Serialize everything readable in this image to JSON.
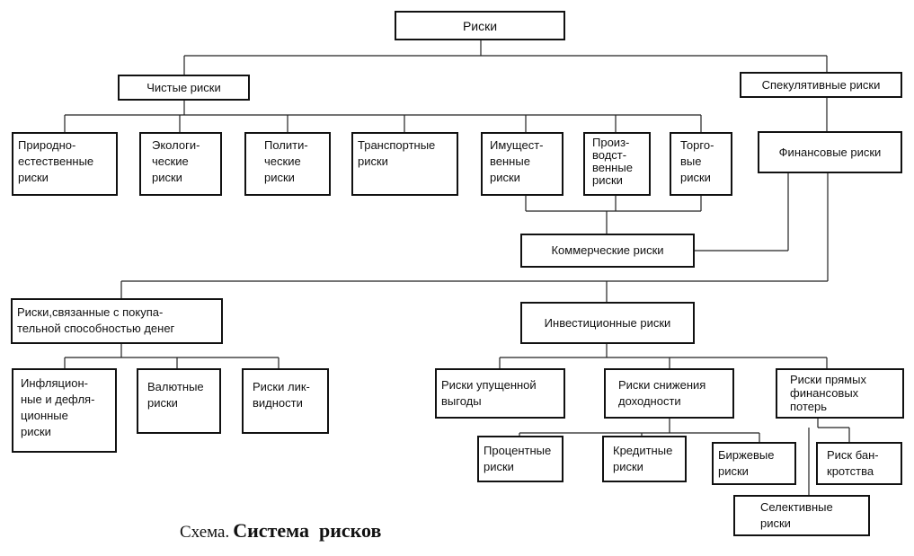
{
  "nodes": {
    "root": "Риски",
    "pure": "Чистые риски",
    "speculative": "Спекулятивные риски",
    "natural": "Природно-\nестественные\nриски",
    "ecological": "Экологи-\nческие\nриски",
    "political": "Полити-\nческие\nриски",
    "transport": "Транспортные\nриски",
    "property": "Имущест-\nвенные\nриски",
    "production": "Произ-\nводст-\nвенные\nриски",
    "trade": "Торго-\nвые\nриски",
    "financial": "Финансовые риски",
    "commercial": "Коммерческие риски",
    "purchasing_power": "Риски,связанные с покупа-\nтельной способностью денег",
    "investment": "Инвестиционные риски",
    "inflation": "Инфляцион-\nные и дефля-\nционные\nриски",
    "currency": "Валютные\nриски",
    "liquidity": "Риски лик-\nвидности",
    "lost_profit": "Риски упущенной\nвыгоды",
    "income_decline": "Риски снижения\nдоходности",
    "direct_loss": "Риски прямых\nфинансовых\nпотерь",
    "interest": "Процентные\nриски",
    "credit": "Кредитные\nриски",
    "exchange": "Биржевые\nриски",
    "bankruptcy": "Риск бан-\nкротства",
    "selective": "Селективные\nриски"
  },
  "caption": {
    "lead": "Схема.",
    "title": "Система  рисков"
  }
}
